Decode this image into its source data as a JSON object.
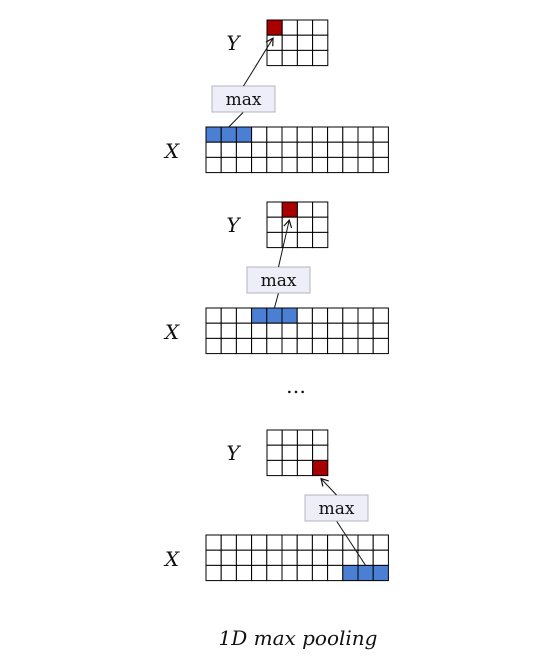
{
  "caption": "1D max pooling",
  "ellipsis": "…",
  "colors": {
    "input_highlight": "#4a7fd4",
    "output_highlight": "#a80000",
    "op_box_fill": "#eeeef8",
    "op_box_stroke": "#b4b4c4",
    "grid_line": "#000000"
  },
  "input_grid": {
    "label": "X",
    "rows": 3,
    "cols": 12
  },
  "output_grid": {
    "label": "Y",
    "rows": 3,
    "cols": 4
  },
  "panels": [
    {
      "op_label": "max",
      "input_row": 0,
      "input_cols": [
        0,
        1,
        2
      ],
      "output_row": 0,
      "output_col": 0
    },
    {
      "op_label": "max",
      "input_row": 0,
      "input_cols": [
        3,
        4,
        5
      ],
      "output_row": 0,
      "output_col": 1
    },
    {
      "op_label": "max",
      "input_row": 2,
      "input_cols": [
        9,
        10,
        11
      ],
      "output_row": 2,
      "output_col": 3
    }
  ]
}
